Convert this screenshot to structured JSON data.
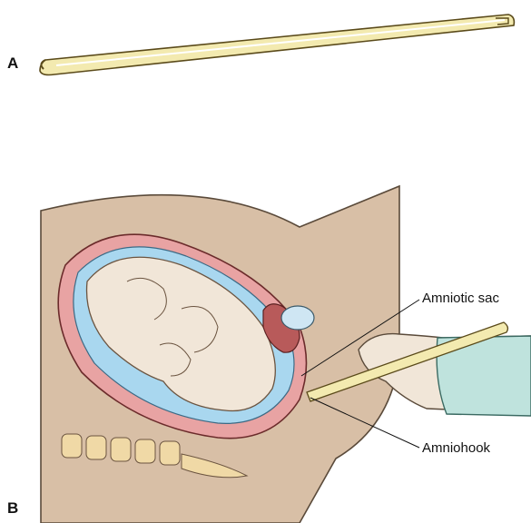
{
  "panels": {
    "a_label": "A",
    "b_label": "B"
  },
  "callouts": {
    "amniotic_sac": "Amniotic sac",
    "amniohook": "Amniohook"
  },
  "colors": {
    "hook_fill": "#f3eab0",
    "hook_stroke": "#5a4a1a",
    "skin": "#d8bfa6",
    "uterus_wall": "#e8a3a3",
    "fetus": "#f1e6d8",
    "amniotic_fluid": "#a9d7ef",
    "spine": "#f0d9a6",
    "glove": "#bfe3dd"
  }
}
